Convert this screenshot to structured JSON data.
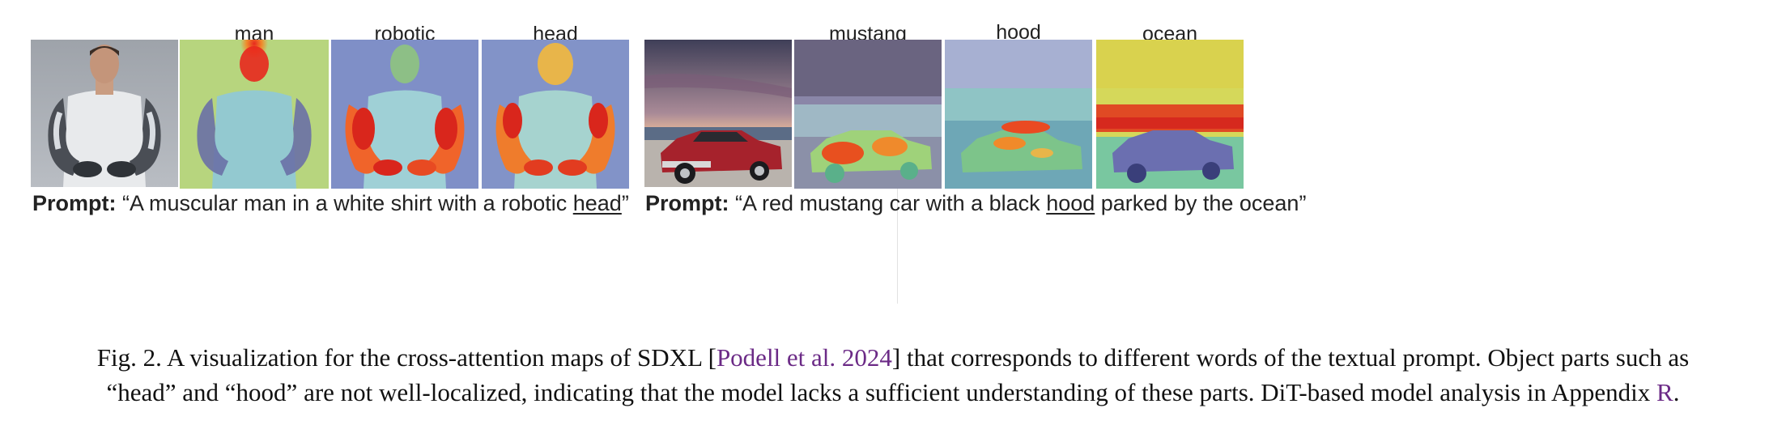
{
  "left_group": {
    "column_labels": [
      "man",
      "robotic",
      "head"
    ],
    "prompt_label": "Prompt:",
    "prompt_open_quote": "“A muscular man in a white shirt with a robotic ",
    "prompt_keyword": "head",
    "prompt_close_quote": "”"
  },
  "right_group": {
    "column_labels": [
      "mustang",
      "hood",
      "ocean"
    ],
    "prompt_label": "Prompt:",
    "prompt_open_quote": "“A red mustang car with a black ",
    "prompt_keyword": "hood",
    "prompt_close_quote": " parked by the ocean”"
  },
  "caption": {
    "line1_prefix": "Fig. 2.  A visualization for the cross-attention maps of SDXL [",
    "citation": "Podell et al. 2024",
    "line1_suffix": "] that corresponds to different words of the textual prompt. Object parts such as",
    "line2_prefix": "“head” and “hood” are not well-localized, indicating that the model lacks a sufficient understanding of these parts. DiT-based model analysis in Appendix ",
    "appendix_ref": "R",
    "line2_suffix": ".",
    "citation_color": "#6b2a86"
  }
}
